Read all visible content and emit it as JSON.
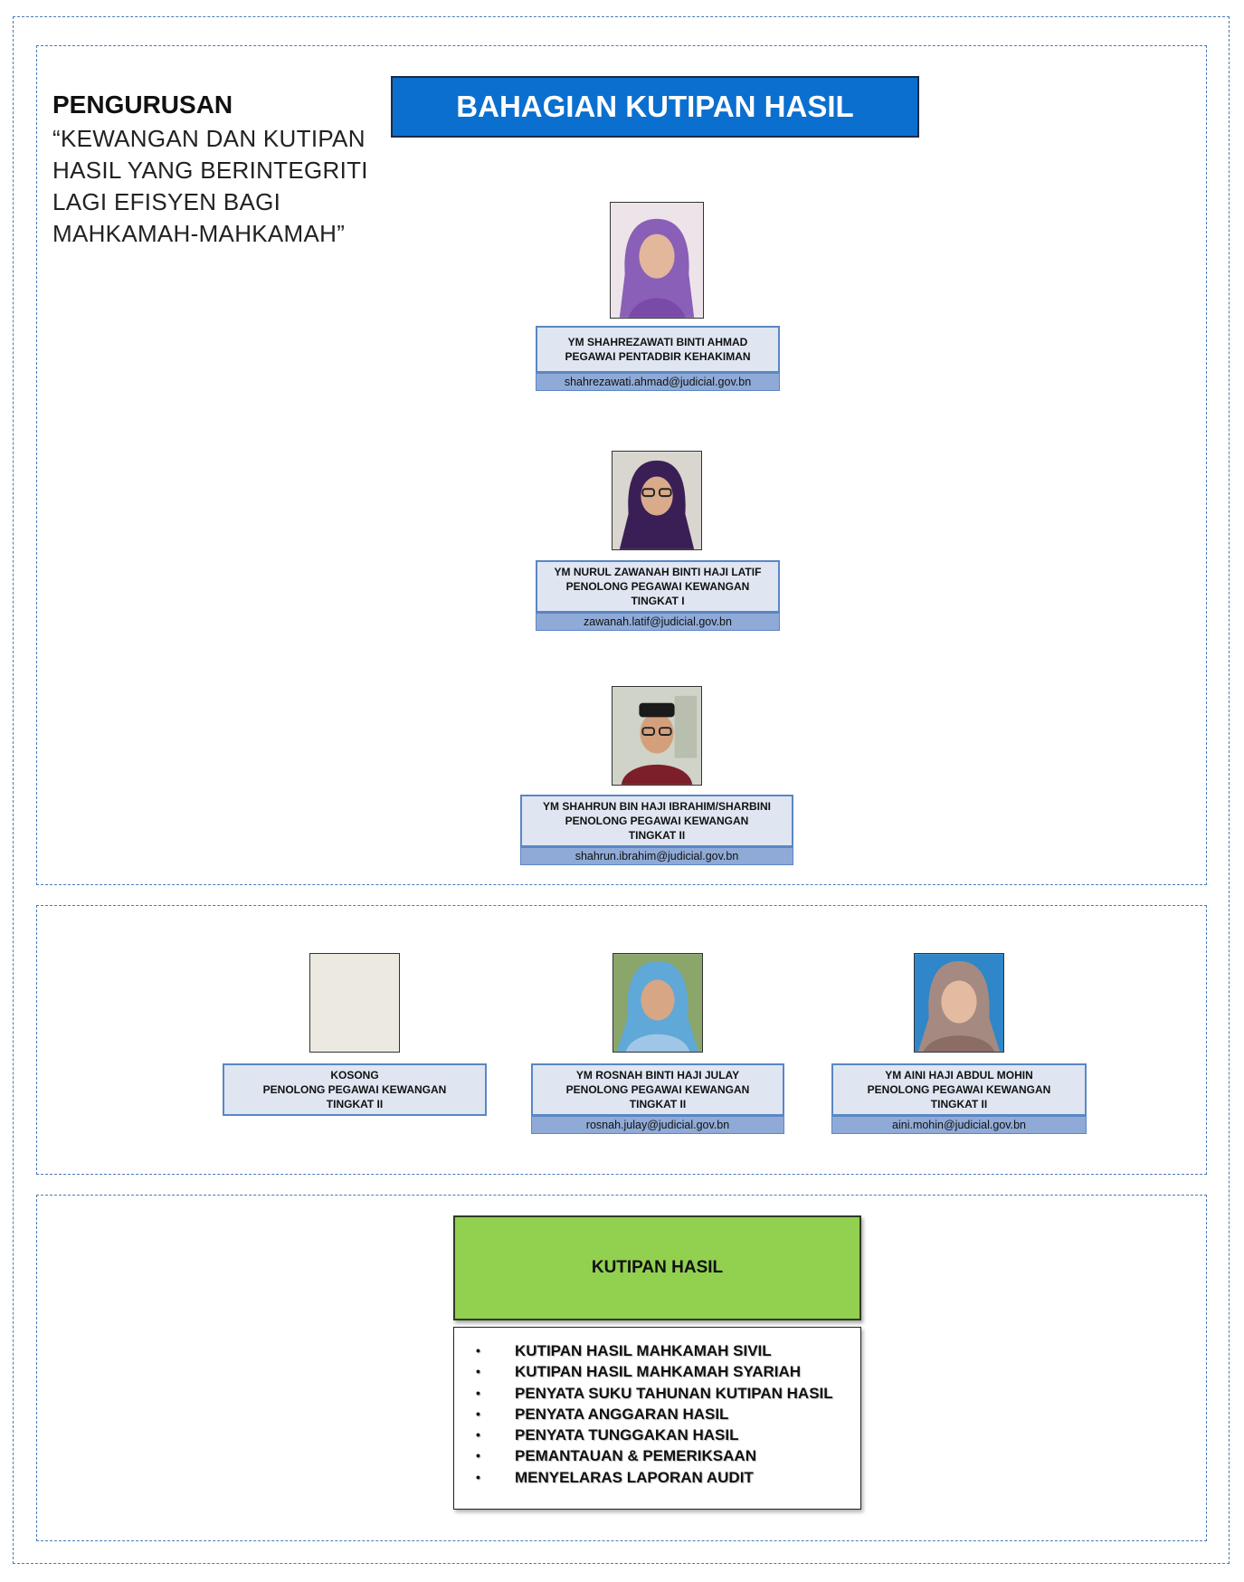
{
  "management": {
    "heading": "PENGURUSAN",
    "motto_lines": [
      "“KEWANGAN DAN KUTIPAN",
      "HASIL YANG BERINTEGRITI",
      "LAGI EFISYEN BAGI",
      "MAHKAMAH-MAHKAMAH”"
    ]
  },
  "title": "BAHAGIAN KUTIPAN HASIL",
  "staff": [
    {
      "name": "YM SHAHREZAWATI BINTI AHMAD",
      "position": "PEGAWAI PENTADBIR KEHAKIMAN",
      "grade": "",
      "email": "shahrezawati.ahmad@judicial.gov.bn",
      "photo": "portrait-photo"
    },
    {
      "name": "YM NURUL ZAWANAH BINTI HAJI LATIF",
      "position": "PENOLONG PEGAWAI KEWANGAN",
      "grade": "TINGKAT I",
      "email": "zawanah.latif@judicial.gov.bn",
      "photo": "portrait-photo"
    },
    {
      "name": "YM SHAHRUN BIN HAJI IBRAHIM/SHARBINI",
      "position": "PENOLONG PEGAWAI KEWANGAN",
      "grade": "TINGKAT II",
      "email": "shahrun.ibrahim@judicial.gov.bn",
      "photo": "portrait-photo"
    },
    {
      "name": "KOSONG",
      "position": "PENOLONG PEGAWAI KEWANGAN",
      "grade": "TINGKAT II",
      "email": "",
      "photo": "blank-photo-placeholder"
    },
    {
      "name": "YM ROSNAH BINTI HAJI JULAY",
      "position": "PENOLONG PEGAWAI KEWANGAN",
      "grade": "TINGKAT II",
      "email": "rosnah.julay@judicial.gov.bn",
      "photo": "portrait-photo"
    },
    {
      "name": "YM AINI HAJI ABDUL MOHIN",
      "position": "PENOLONG PEGAWAI KEWANGAN",
      "grade": "TINGKAT II",
      "email": "aini.mohin@judicial.gov.bn",
      "photo": "portrait-photo"
    }
  ],
  "unit": {
    "title": "KUTIPAN HASIL",
    "duties": [
      "KUTIPAN HASIL MAHKAMAH SIVIL",
      "KUTIPAN HASIL MAHKAMAH SYARIAH",
      "PENYATA SUKU TAHUNAN KUTIPAN HASIL",
      "PENYATA ANGGARAN HASIL",
      "PENYATA TUNGGAKAN HASIL",
      "PEMANTAUAN & PEMERIKSAAN",
      "MENYELARAS LAPORAN AUDIT"
    ],
    "bullet": "•"
  },
  "colors": {
    "title_banner": "#0b6fcf",
    "card_body": "#dfe6f2",
    "card_email": "#8faad6",
    "card_border": "#5b86c4",
    "unit_box": "#92d050",
    "dashed_border": "#4a7ab8"
  }
}
